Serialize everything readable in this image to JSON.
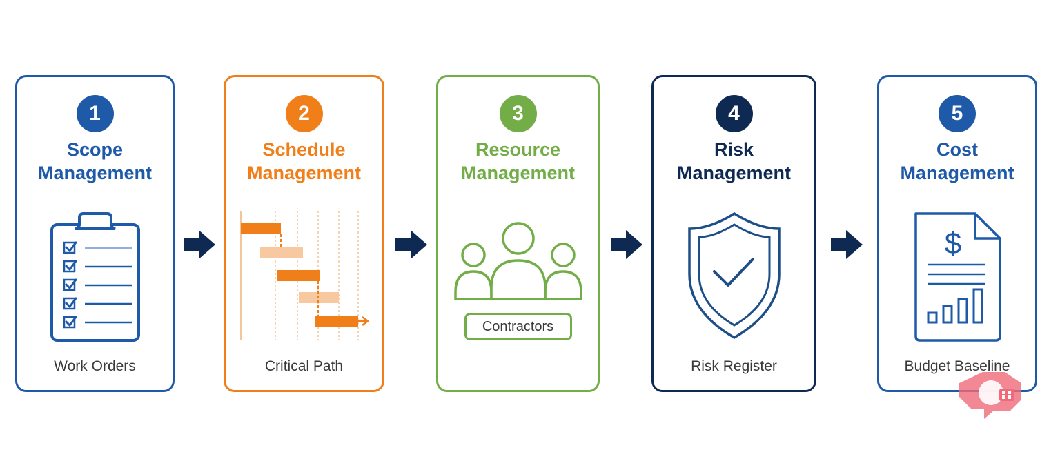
{
  "colors": {
    "scope": "#1e5aa8",
    "schedule": "#f07f1a",
    "resource": "#72ad47",
    "risk": "#0f2a52",
    "cost": "#1e5aa8",
    "arrow": "#0f2a52"
  },
  "steps": [
    {
      "number": "1",
      "title_line1": "Scope",
      "title_line2": "Management",
      "icon": "clipboard-checklist-icon",
      "caption": "Work Orders"
    },
    {
      "number": "2",
      "title_line1": "Schedule",
      "title_line2": "Management",
      "icon": "gantt-chart-icon",
      "caption": "Critical Path"
    },
    {
      "number": "3",
      "title_line1": "Resource",
      "title_line2": "Management",
      "icon": "people-group-icon",
      "caption": "Contractors"
    },
    {
      "number": "4",
      "title_line1": "Risk",
      "title_line2": "Management",
      "icon": "shield-check-icon",
      "caption": "Risk Register"
    },
    {
      "number": "5",
      "title_line1": "Cost",
      "title_line2": "Management",
      "icon": "budget-document-icon",
      "caption": "Budget Baseline"
    }
  ],
  "icons": {
    "flow_arrow": "arrow-right-icon",
    "watermark": "watermark-logo-icon"
  }
}
